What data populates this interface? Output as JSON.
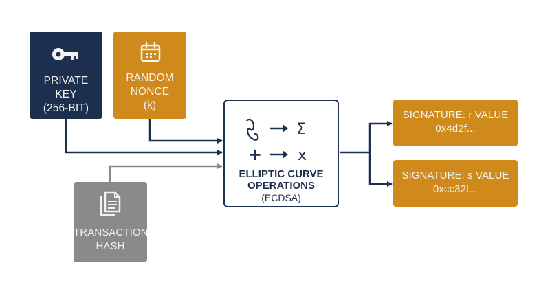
{
  "colors": {
    "navy": "#1d2f4e",
    "amber": "#d08a1c",
    "gray": "#8a8a8a",
    "text_light": "#f2f2f2"
  },
  "inputs": {
    "private_key": {
      "icon": "key-icon",
      "lines": [
        "PRIVATE",
        "KEY",
        "(256-BIT)"
      ]
    },
    "random_nonce": {
      "icon": "calendar-icon",
      "lines": [
        "RANDOM",
        "NONCE",
        "(k)"
      ]
    },
    "transaction_hash": {
      "icon": "documents-icon",
      "lines": [
        "TRANSACTION",
        "HASH"
      ]
    }
  },
  "center": {
    "icons": [
      "curve-icon",
      "arrow-right-icon",
      "sigma-icon",
      "plus-icon",
      "arrow-right-icon",
      "multiply-icon"
    ],
    "symbol_sigma": "Σ",
    "symbol_plus": "+",
    "symbol_x": "x",
    "title_line1": "ELLIPTIC CURVE",
    "title_line2": "OPERATIONS",
    "subtitle": "(ECDSA)"
  },
  "outputs": {
    "signature_r": {
      "line1": "SIGNATURE: r VALUE",
      "line2": "0x4d2f..."
    },
    "signature_s": {
      "line1": "SIGNATURE: s VALUE",
      "line2": "0xcc32f..."
    }
  }
}
